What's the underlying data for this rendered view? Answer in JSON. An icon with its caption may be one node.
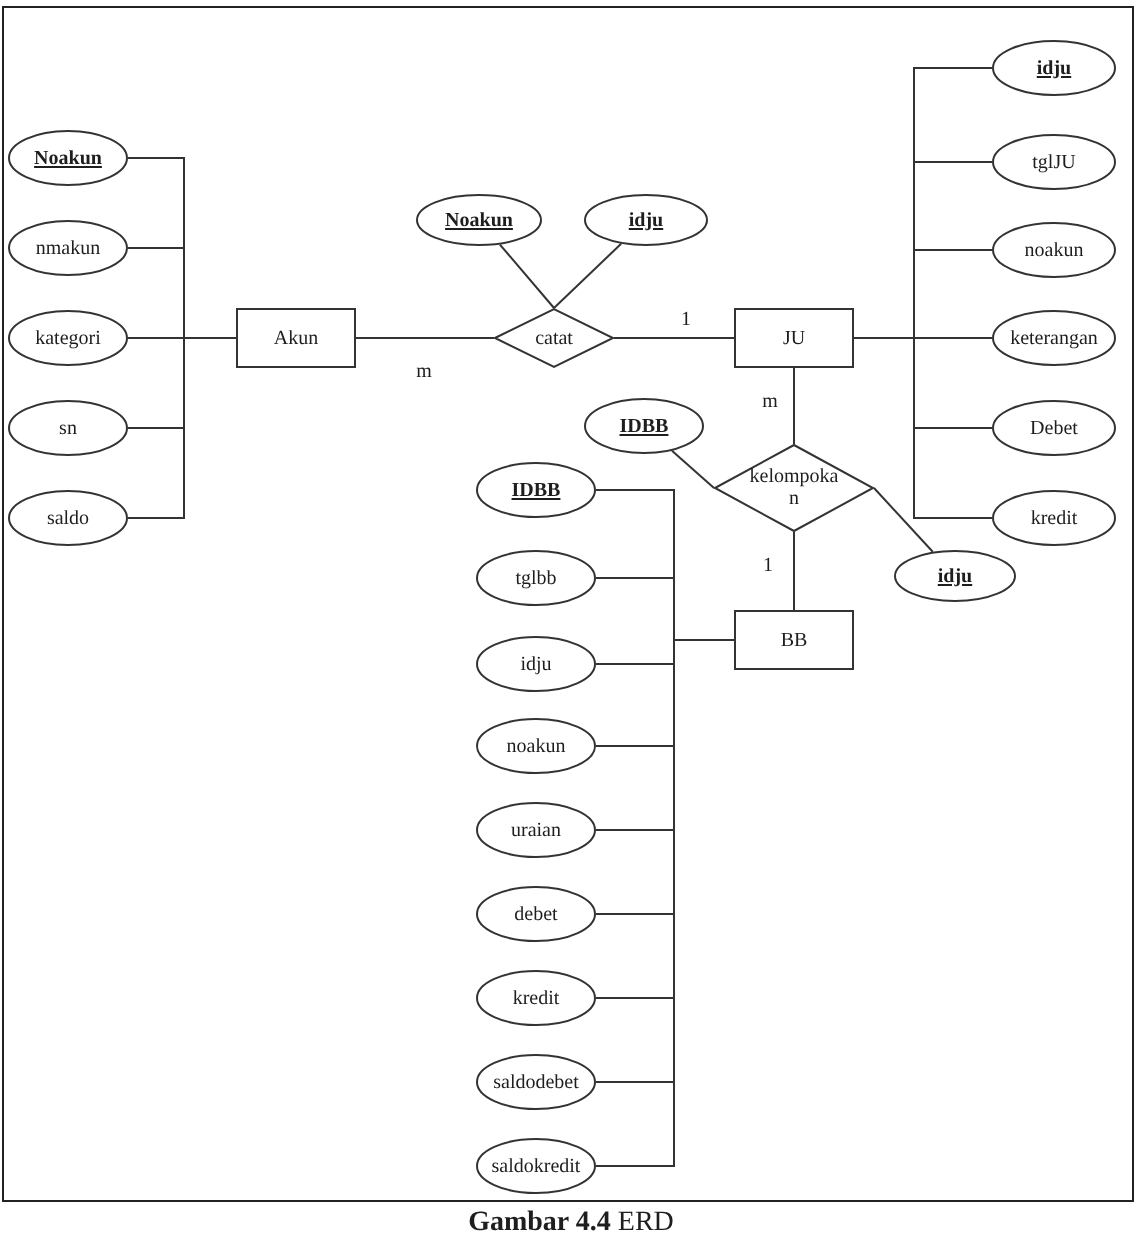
{
  "diagram": {
    "caption": "**Gambar 4.4** ERD",
    "nodes": [
      {
        "text": [
          "Noakun"
        ]
      },
      {
        "text": [
          "nmakun"
        ]
      },
      {
        "text": [
          "kategori"
        ]
      },
      {
        "text": [
          "sn"
        ]
      },
      {
        "text": [
          "saldo"
        ]
      },
      {
        "text": [
          "Akun"
        ]
      },
      {
        "text": [
          "Noakun"
        ]
      },
      {
        "text": [
          "idju"
        ]
      },
      {
        "text": [
          "catat"
        ]
      },
      {
        "text": [
          "JU"
        ]
      },
      {
        "text": [
          "idju"
        ]
      },
      {
        "text": [
          "tglJU"
        ]
      },
      {
        "text": [
          "noakun"
        ]
      },
      {
        "text": [
          "keterangan"
        ]
      },
      {
        "text": [
          "Debet"
        ]
      },
      {
        "text": [
          "kredit"
        ]
      },
      {
        "text": [
          "IDBB"
        ]
      },
      {
        "text": [
          "kelompokan"
        ]
      },
      {
        "text": [
          "idju"
        ]
      },
      {
        "text": [
          "BB"
        ]
      },
      {
        "text": [
          "IDBB"
        ]
      },
      {
        "text": [
          "tglbb"
        ]
      },
      {
        "text": [
          "idju"
        ]
      },
      {
        "text": [
          "noakun"
        ]
      },
      {
        "text": [
          "uraian"
        ]
      },
      {
        "text": [
          "debet"
        ]
      },
      {
        "text": [
          "kredit"
        ]
      },
      {
        "text": [
          "saldodebet"
        ]
      },
      {
        "text": [
          "saldokredit"
        ]
      }
    ],
    "edges": [
      {
        "from": 0,
        "to": 5,
        "arrow": "none"
      },
      {
        "from": 1,
        "to": 5,
        "arrow": "none"
      },
      {
        "from": 2,
        "to": 5,
        "arrow": "none"
      },
      {
        "from": 3,
        "to": 5,
        "arrow": "none"
      },
      {
        "from": 4,
        "to": 5,
        "arrow": "none"
      },
      {
        "from": 5,
        "to": 8,
        "arrow": "none",
        "label": "m"
      },
      {
        "from": 6,
        "to": 8,
        "arrow": "none"
      },
      {
        "from": 7,
        "to": 8,
        "arrow": "none"
      },
      {
        "from": 8,
        "to": 9,
        "arrow": "none",
        "label": "1"
      },
      {
        "from": 10,
        "to": 9,
        "arrow": "none"
      },
      {
        "from": 11,
        "to": 9,
        "arrow": "none"
      },
      {
        "from": 12,
        "to": 9,
        "arrow": "none"
      },
      {
        "from": 13,
        "to": 9,
        "arrow": "none"
      },
      {
        "from": 14,
        "to": 9,
        "arrow": "none"
      },
      {
        "from": 15,
        "to": 9,
        "arrow": "none"
      },
      {
        "from": 9,
        "to": 17,
        "arrow": "none",
        "label": "m"
      },
      {
        "from": 16,
        "to": 17,
        "arrow": "none"
      },
      {
        "from": 18,
        "to": 17,
        "arrow": "none"
      },
      {
        "from": 17,
        "to": 19,
        "arrow": "none",
        "label": "1"
      },
      {
        "from": 20,
        "to": 19,
        "arrow": "none"
      },
      {
        "from": 21,
        "to": 19,
        "arrow": "none"
      },
      {
        "from": 22,
        "to": 19,
        "arrow": "none"
      },
      {
        "from": 23,
        "to": 19,
        "arrow": "none"
      },
      {
        "from": 24,
        "to": 19,
        "arrow": "none"
      },
      {
        "from": 25,
        "to": 19,
        "arrow": "none"
      },
      {
        "from": 26,
        "to": 19,
        "arrow": "none"
      },
      {
        "from": 27,
        "to": 19,
        "arrow": "none"
      },
      {
        "from": 28,
        "to": 19,
        "arrow": "none"
      }
    ]
  }
}
